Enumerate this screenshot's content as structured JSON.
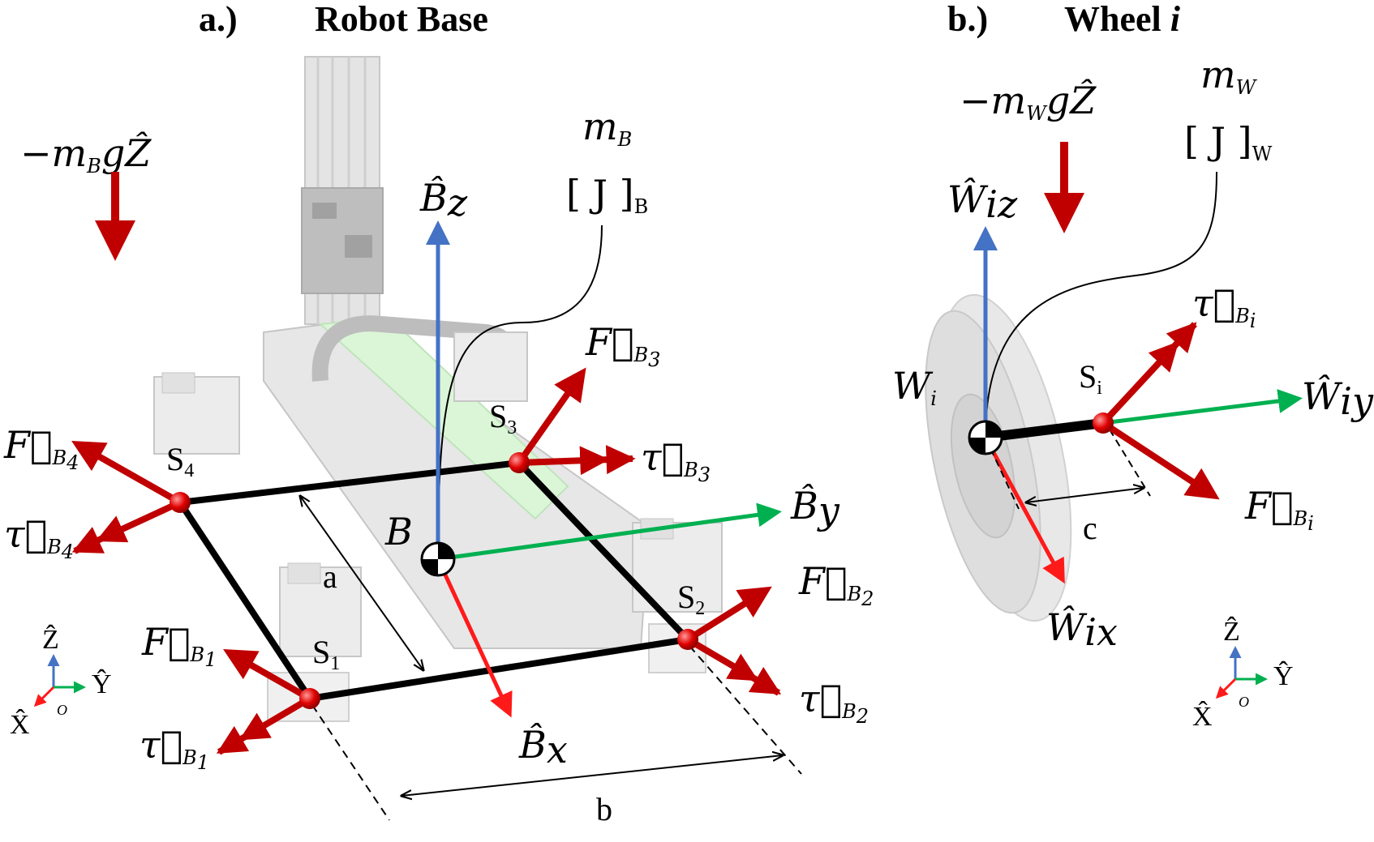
{
  "titles": {
    "a_prefix": "a.)",
    "a_title": "Robot Base",
    "b_prefix": "b.)",
    "b_title": "Wheel",
    "b_title_var": "i"
  },
  "base_labels": {
    "gravity": "−m",
    "gravity_sub": "B",
    "gravity_rest": "gẐ",
    "mass": "m",
    "mass_sub": "B",
    "inertia": "[ J ]",
    "inertia_sub": "B",
    "bz": "B̂",
    "bz_sub": "z",
    "by": "B̂",
    "by_sub": "y",
    "bx": "B̂",
    "bx_sub": "x",
    "origin": "B",
    "dim_a": "a",
    "dim_b": "b",
    "s1": "S",
    "s1_sub": "1",
    "s2": "S",
    "s2_sub": "2",
    "s3": "S",
    "s3_sub": "3",
    "s4": "S",
    "s4_sub": "4",
    "f1": "F⃗",
    "f1_sub": "B",
    "f1_subsub": "1",
    "f2": "F⃗",
    "f2_sub": "B",
    "f2_subsub": "2",
    "f3": "F⃗",
    "f3_sub": "B",
    "f3_subsub": "3",
    "f4": "F⃗",
    "f4_sub": "B",
    "f4_subsub": "4",
    "t1": "τ⃗",
    "t1_sub": "B",
    "t1_subsub": "1",
    "t2": "τ⃗",
    "t2_sub": "B",
    "t2_subsub": "2",
    "t3": "τ⃗",
    "t3_sub": "B",
    "t3_subsub": "3",
    "t4": "τ⃗",
    "t4_sub": "B",
    "t4_subsub": "4"
  },
  "wheel_labels": {
    "gravity": "−m",
    "gravity_sub": "W",
    "gravity_rest": "gẐ",
    "mass": "m",
    "mass_sub": "W",
    "inertia": "[ J ]",
    "inertia_sub": "W",
    "wz": "Ŵ",
    "wz_sub": "iz",
    "wy": "Ŵ",
    "wy_sub": "iy",
    "wx": "Ŵ",
    "wx_sub": "ix",
    "origin": "W",
    "origin_sub": "i",
    "si": "S",
    "si_sub": "i",
    "dim_c": "c",
    "f": "F⃗",
    "f_sub": "B",
    "f_subsub": "i",
    "t": "τ⃗",
    "t_sub": "B",
    "t_subsub": "i"
  },
  "world_frame": {
    "z": "Ẑ",
    "y": "Ŷ",
    "x": "X̂",
    "o": "O"
  },
  "colors": {
    "red": "#c00000",
    "bright_red": "#ff1a1a",
    "blue": "#4472c4",
    "green": "#00b050",
    "black": "#000000",
    "robot_gray": "#d6d6d6",
    "robot_green": "#c6f0c0"
  }
}
